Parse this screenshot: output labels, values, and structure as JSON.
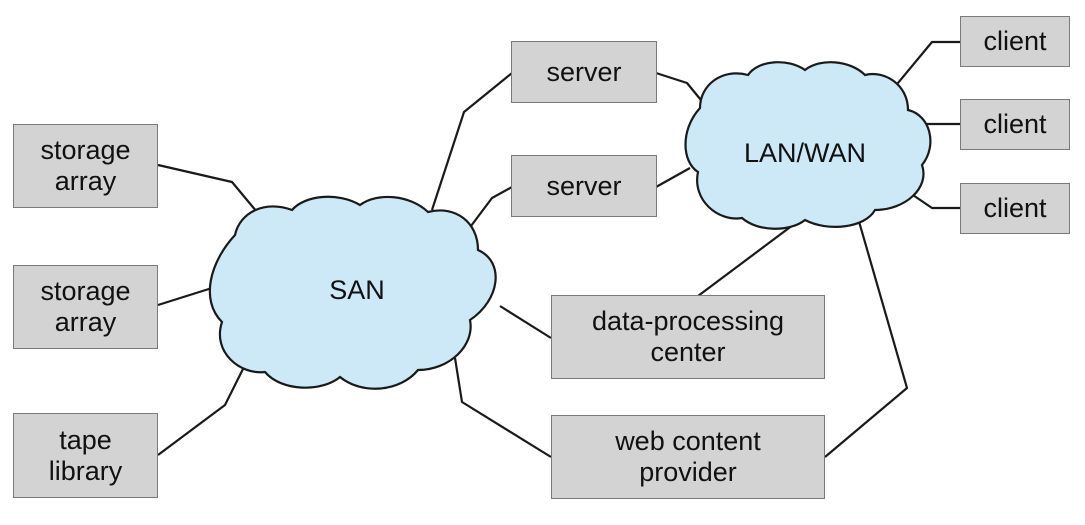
{
  "diagram": {
    "colors": {
      "cloud_fill": "#cde8f7",
      "box_fill": "#d3d3d3",
      "line": "#1a1a1a"
    },
    "san_label": "SAN",
    "lanwan_label": "LAN/WAN",
    "storage_array_1": "storage\narray",
    "storage_array_2": "storage\narray",
    "tape_library": "tape\nlibrary",
    "server_1": "server",
    "server_2": "server",
    "client_1": "client",
    "client_2": "client",
    "client_3": "client",
    "data_processing_center": "data-processing\ncenter",
    "web_content_provider": "web content\nprovider"
  }
}
